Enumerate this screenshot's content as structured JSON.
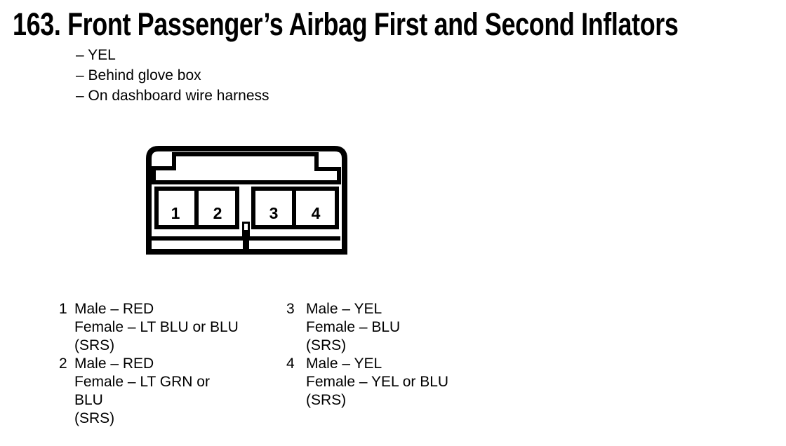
{
  "page": {
    "title": "163. Front Passenger’s Airbag First and Second Inflators",
    "notes": [
      "– YEL",
      "– Behind glove box",
      "– On dashboard wire harness"
    ]
  },
  "connector": {
    "pins": [
      "1",
      "2",
      "3",
      "4"
    ]
  },
  "legend": {
    "columns": [
      {
        "items": [
          {
            "number": "1",
            "lines": [
              "Male – RED",
              "Female – LT BLU or BLU",
              "(SRS)"
            ]
          },
          {
            "number": "2",
            "lines": [
              "Male – RED",
              "Female – LT GRN or",
              "BLU",
              "(SRS)"
            ]
          }
        ]
      },
      {
        "items": [
          {
            "number": "3",
            "lines": [
              "Male – YEL",
              "Female – BLU",
              "(SRS)"
            ]
          },
          {
            "number": "4",
            "lines": [
              "Male – YEL",
              "Female – YEL or BLU",
              "(SRS)"
            ]
          }
        ]
      }
    ]
  },
  "colors": {
    "ink": "#000000",
    "background": "#ffffff"
  }
}
